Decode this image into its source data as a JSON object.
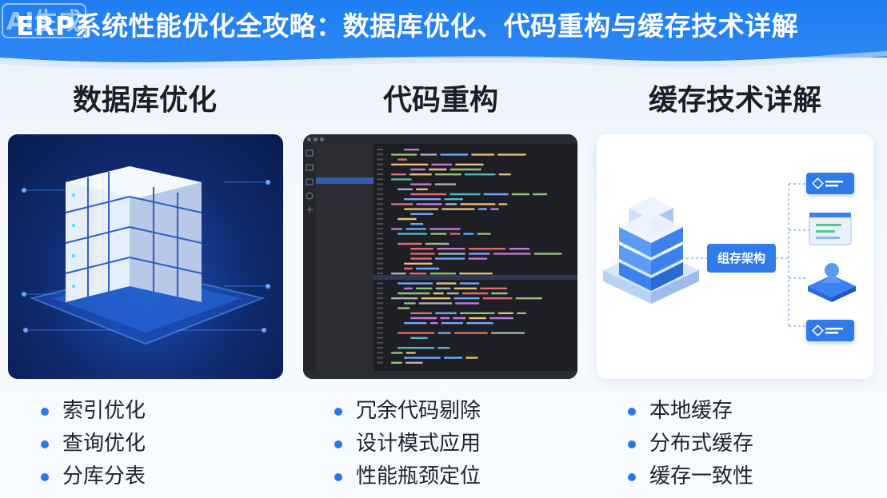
{
  "header": {
    "title": "ERP系统性能优化全攻略：数据库优化、代码重构与缓存技术详解",
    "watermark": "AI生成"
  },
  "columns": [
    {
      "title": "数据库优化",
      "image_icon": "server-rack-illustration",
      "bullets": [
        "索引优化",
        "查询优化",
        "分库分表"
      ]
    },
    {
      "title": "代码重构",
      "image_icon": "code-editor-screenshot",
      "bullets": [
        "冗余代码剔除",
        "设计模式应用",
        "性能瓶颈定位"
      ]
    },
    {
      "title": "缓存技术详解",
      "image_icon": "cache-architecture-diagram",
      "diagram_label": "组存架构",
      "bullets": [
        "本地缓存",
        "分布式缓存",
        "缓存一致性"
      ]
    }
  ],
  "colors": {
    "header_bg": "#1f7ef2",
    "accent": "#2f7bea",
    "bullet": "#2a77e8",
    "server_panel_bg": "#0f2a6e",
    "editor_bg": "#1e1f24"
  }
}
